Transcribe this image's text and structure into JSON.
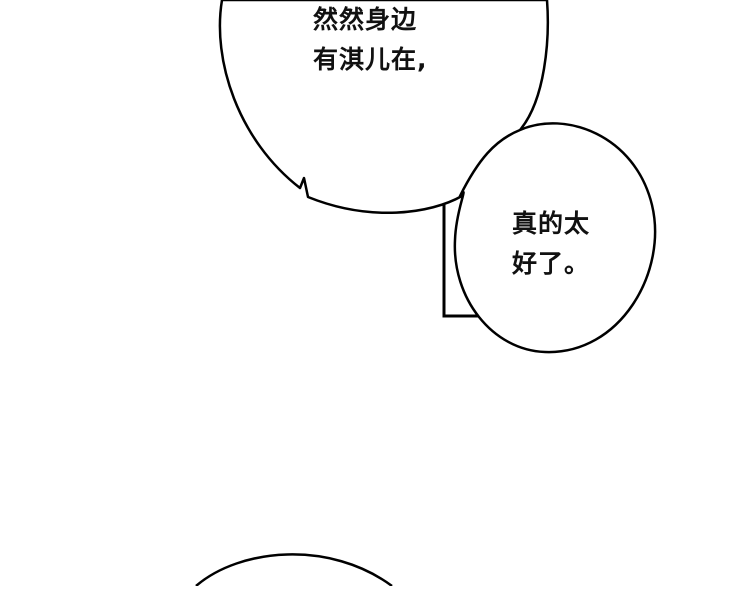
{
  "speech_bubbles": [
    {
      "id": "top",
      "lines": [
        "然然身边",
        "有淇儿在,"
      ]
    },
    {
      "id": "right",
      "lines": [
        "真的太",
        "好了。"
      ]
    }
  ],
  "colors": {
    "background": "#ffffff",
    "outline": "#000000",
    "panel_border": "#888888",
    "text": "#111111"
  }
}
